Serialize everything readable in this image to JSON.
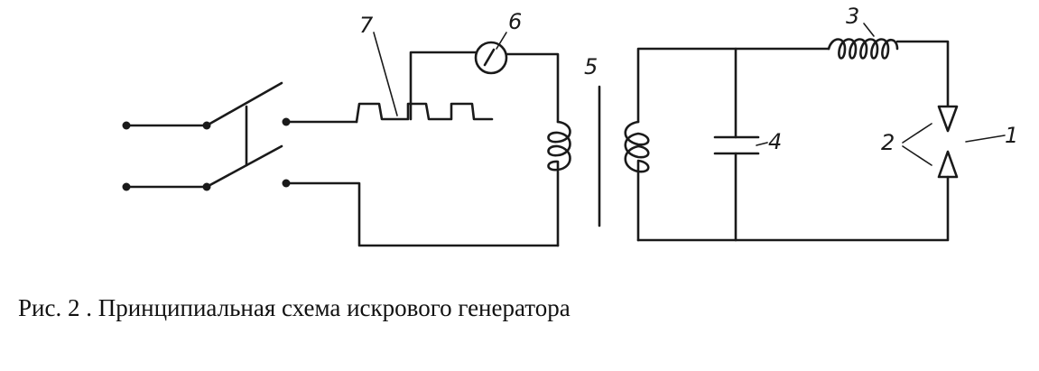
{
  "labels": {
    "n1": "1",
    "n2": "2",
    "n3": "3",
    "n4": "4",
    "n5": "5",
    "n6": "6",
    "n7": "7"
  },
  "caption": "Рис. 2 . Принципиальная схема искрового генератора"
}
